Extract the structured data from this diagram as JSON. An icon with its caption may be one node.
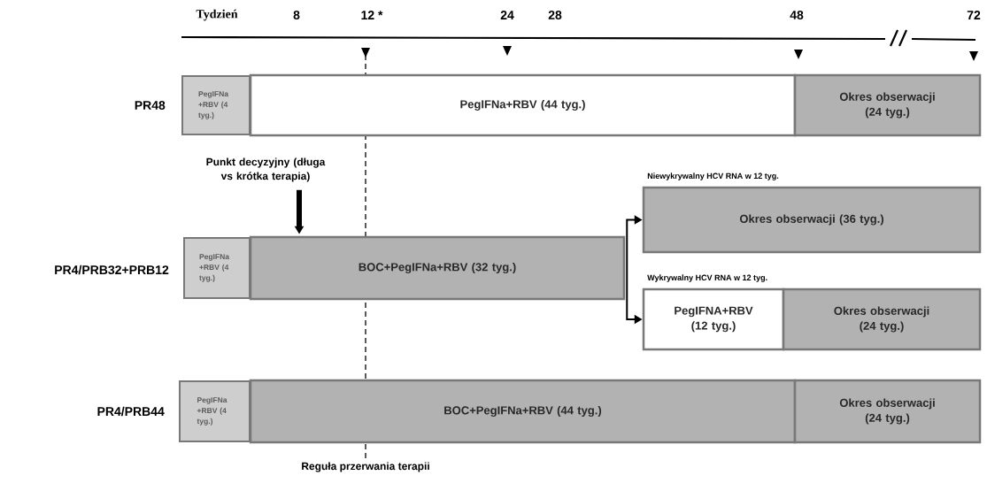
{
  "diagram": {
    "nodes": [
      {
        "text": [
          "PegIFNa +RBV (4 tyg.)"
        ]
      },
      {
        "text": [
          "PegIFNa+RBV (44 tyg.)"
        ]
      },
      {
        "text": [
          "Okres obserwacji (24 tyg.)"
        ]
      },
      {
        "text": [
          "PegIFNa +RBV (4 tyg.)"
        ]
      },
      {
        "text": [
          "BOC+PegIFNa+RBV (32 tyg.)"
        ]
      },
      {
        "text": [
          "Okres obserwacji (36 tyg.)"
        ],
        "beside": [
          "Niewykrywalny HCV RNA w 12 tyg."
        ]
      },
      {
        "text": [
          "PegIFNA+RBV (12 tyg.)"
        ],
        "beside": [
          "Wykrywalny HCV RNA w 12 tyg."
        ]
      },
      {
        "text": [
          "Okres obserwacji (24 tyg.)"
        ]
      },
      {
        "text": [
          "PegIFNa +RBV (4 tyg.)"
        ]
      },
      {
        "text": [
          "BOC+PegIFNa+RBV (44 tyg.)"
        ]
      },
      {
        "text": [
          "Okres obserwacji (24 tyg.)"
        ]
      },
      {
        "text": [
          "Punkt decyzyjny (długa vs krótka terapia)"
        ]
      }
    ],
    "edges": [
      {
        "from": 4,
        "to": 5,
        "arrow": "to"
      },
      {
        "from": 4,
        "to": 6,
        "arrow": "to"
      },
      {
        "from": 11,
        "to": 4,
        "arrow": "to",
        "style": "thick"
      }
    ],
    "labels": [
      "Tydzień",
      "8",
      "12 *",
      "24",
      "28",
      "48",
      "72",
      "PR48",
      "PR4/PRB32+PRB12",
      "PR4/PRB44",
      "Reguła przerwania terapii"
    ]
  }
}
